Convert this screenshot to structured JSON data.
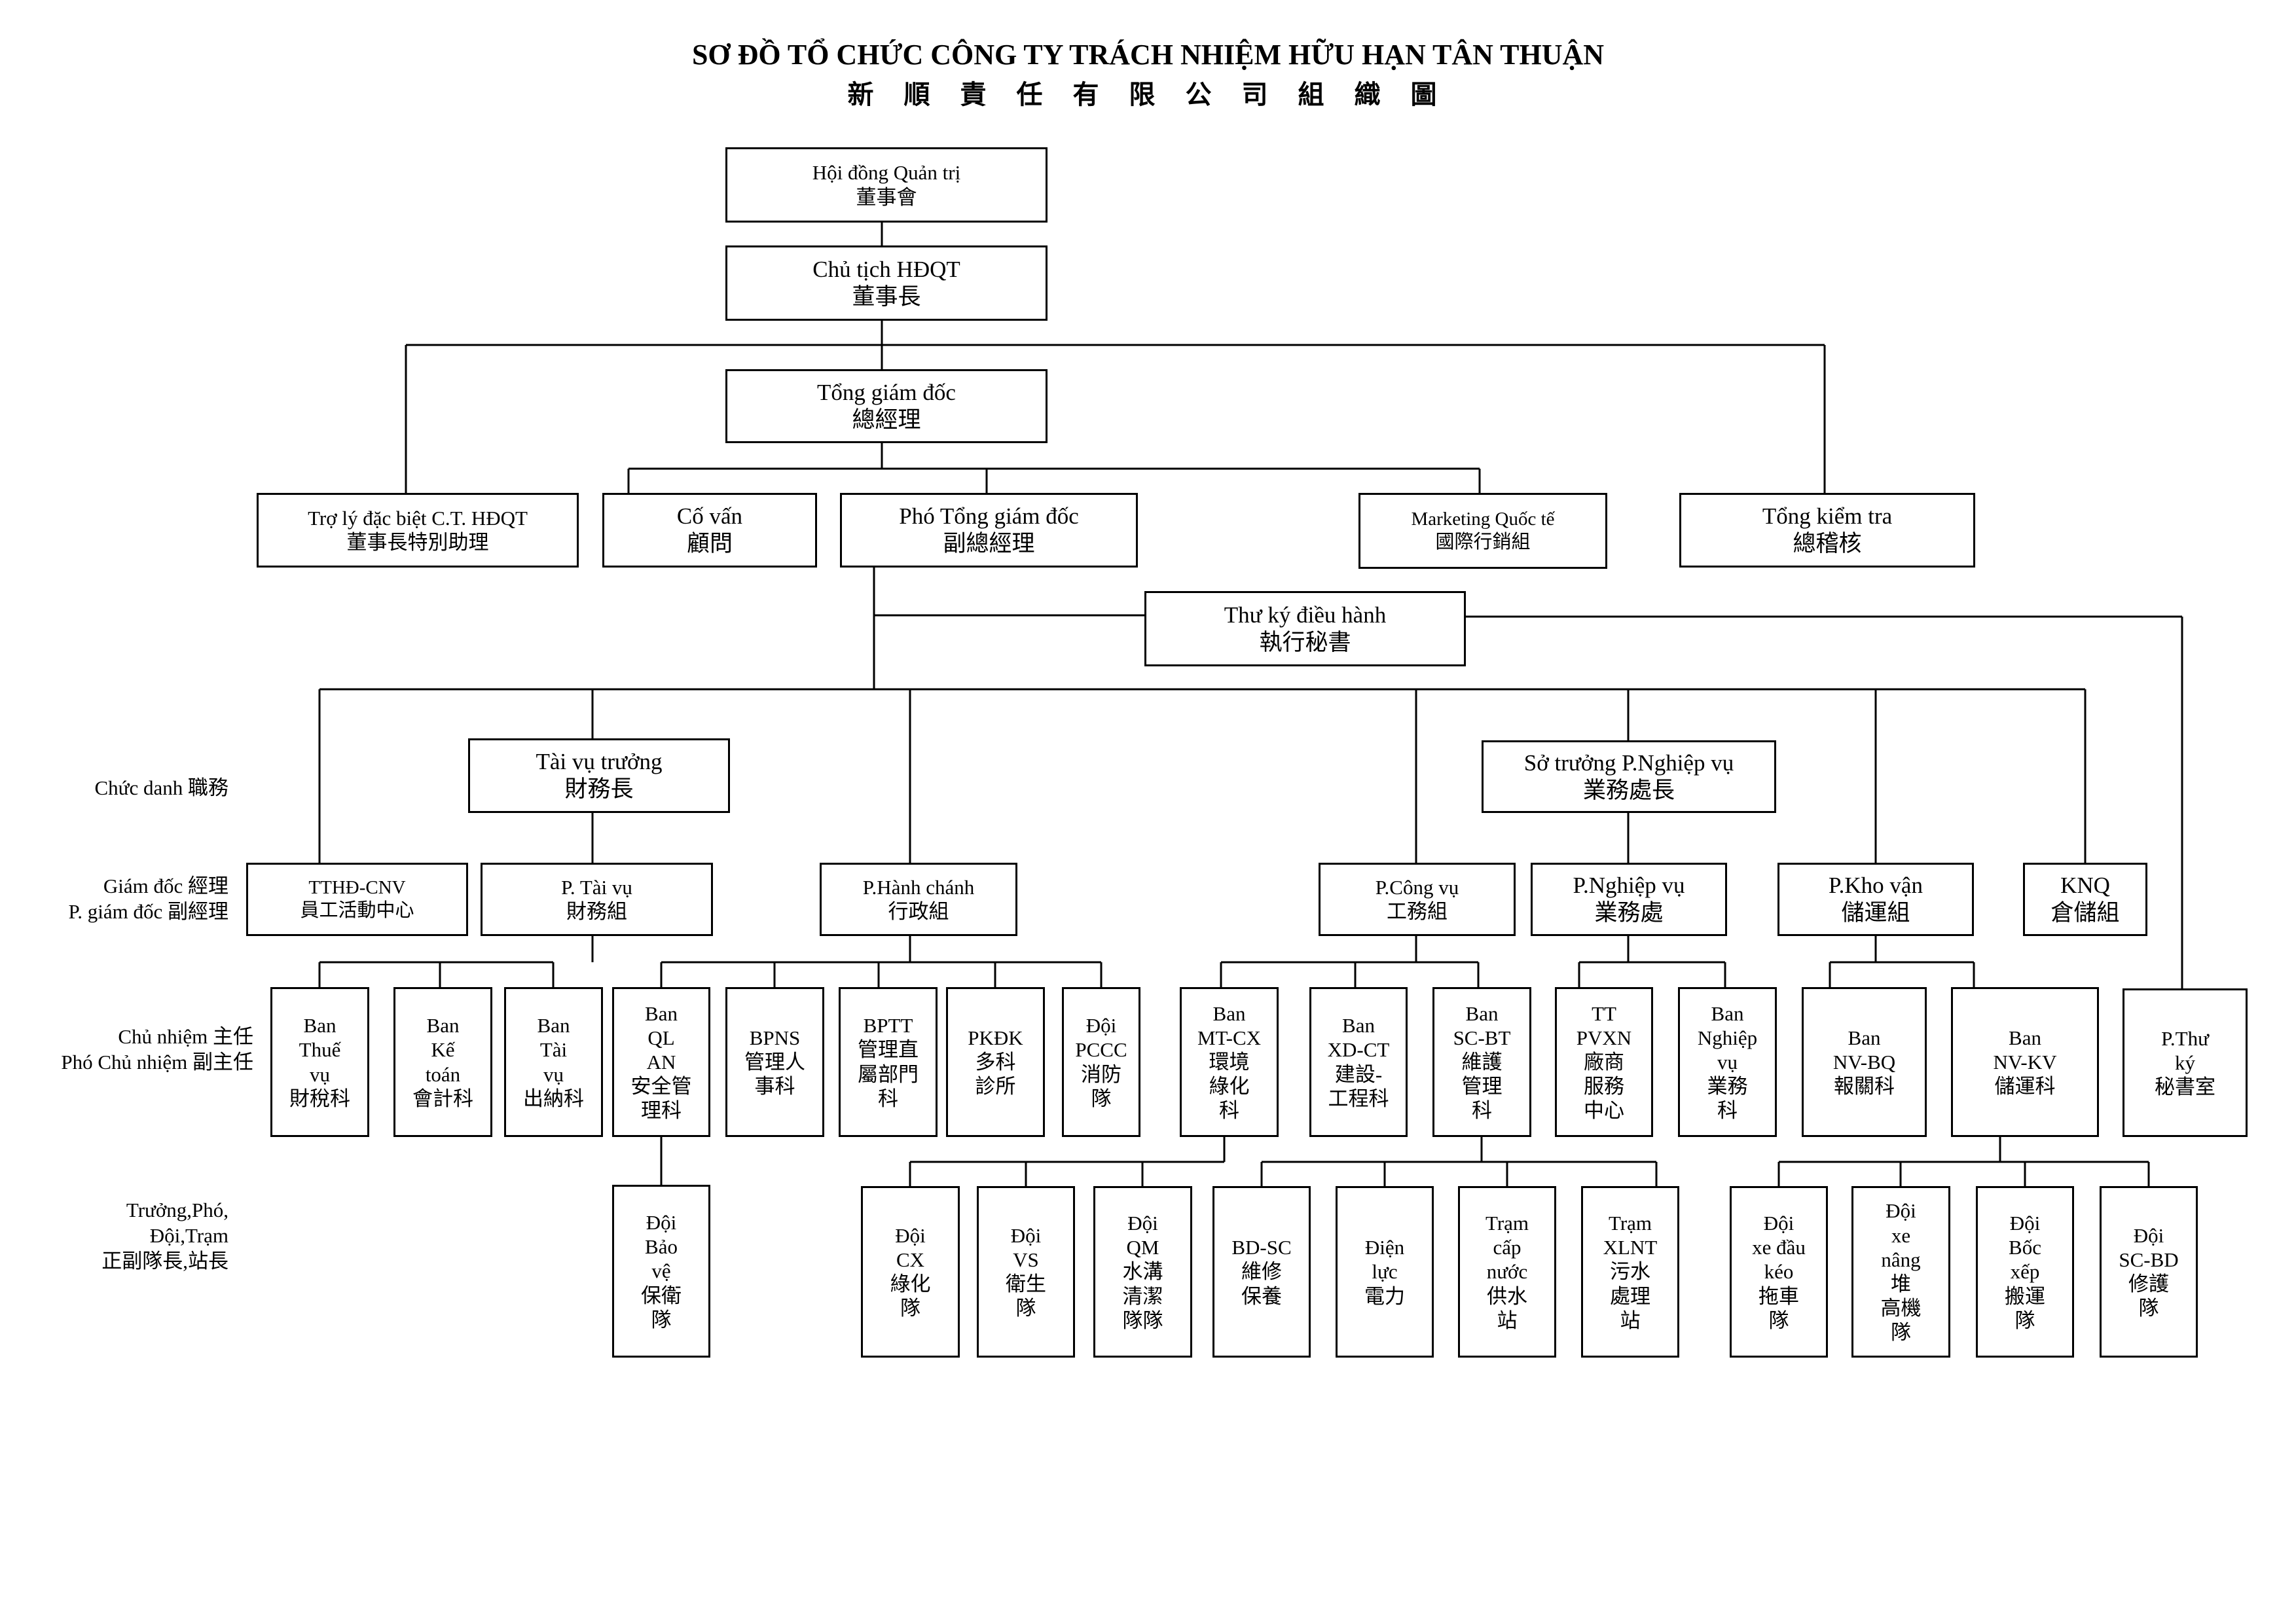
{
  "title": {
    "line1": "SƠ ĐỒ TỔ CHỨC CÔNG TY TRÁCH NHIỆM HỮU HẠN TÂN THUẬN",
    "line2": "新 順 責 任 有 限 公 司 組 織 圖"
  },
  "row_labels": {
    "chuc_danh": "Chức danh  職務",
    "giam_doc": "Giám đốc  經理\nP. giám đốc  副經理",
    "chu_nhiem": "Chủ nhiệm 主任\nPhó Chủ nhiệm 副主任",
    "truong_pho": "Trưởng,Phó,\nĐội,Trạm\n正副隊長,站長"
  },
  "nodes": {
    "hdqt": "Hội đồng Quản trị\n董事會",
    "chu_tich": "Chủ tịch HĐQT\n董事長",
    "tgd": "Tổng giám đốc\n總經理",
    "tro_ly": "Trợ lý đặc biệt C.T. HĐQT\n董事長特別助理",
    "co_van": "Cố vấn\n顧問",
    "pho_tgd": "Phó Tổng giám đốc\n副總經理",
    "marketing": "Marketing Quốc tế\n國際行銷組",
    "tong_kiem_tra": "Tổng kiểm tra\n總稽核",
    "thu_ky": "Thư ký điều hành\n執行秘書",
    "tai_vu_truong": "Tài vụ trưởng\n財務長",
    "so_truong": "Sở trưởng P.Nghiệp vụ\n業務處長",
    "tthd_cnv": "TTHĐ-CNV\n員工活動中心",
    "p_tai_vu": "P. Tài vụ\n財務組",
    "p_hanh_chanh": "P.Hành chánh\n行政組",
    "p_cong_vu": "P.Công vụ\n工務組",
    "p_nghiep_vu": "P.Nghiệp vụ\n業務處",
    "p_kho_van": "P.Kho vận\n儲運組",
    "knq": "KNQ\n倉儲組",
    "ban_thue_vu": "Ban\nThuế\nvụ\n財稅科",
    "ban_ke_toan": "Ban\nKế\ntoán\n會計科",
    "ban_tai_vu": "Ban\nTài\nvụ\n出納科",
    "ban_ql_an": "Ban\nQL\nAN\n安全管\n理科",
    "bpns": "BPNS\n管理人\n事科",
    "bptt": "BPTT\n管理直\n屬部門\n科",
    "pkdk": "PKĐK\n多科\n診所",
    "doi_pccc": "Đội\nPCCC\n消防\n隊",
    "ban_mt_cx": "Ban\nMT-CX\n環境\n綠化\n科",
    "ban_xd_ct": "Ban\nXD-CT\n建設-\n工程科",
    "ban_sc_bt": "Ban\nSC-BT\n維護\n管理\n科",
    "tt_pvxn": "TT\nPVXN\n廠商\n服務\n中心",
    "ban_nghiep_vu": "Ban\nNghiệp\nvụ\n業務\n科",
    "ban_nv_bq": "Ban\nNV-BQ\n報關科",
    "ban_nv_kv": "Ban\nNV-KV\n儲運科",
    "p_thu_ky": "P.Thư\nký\n秘書室",
    "doi_bao_ve": "Đội\nBảo\nvệ\n保衛\n隊",
    "doi_cx": "Đội\nCX\n綠化\n隊",
    "doi_vs": "Đội\nVS\n衛生\n隊",
    "doi_qm": "Đội\nQM\n水溝\n清潔\n隊隊",
    "bd_sc": "BD-SC\n維修\n保養",
    "dien_luc": "Điện\nlực\n電力",
    "tram_cap_nuoc": "Trạm\ncấp\nnước\n供水\n站",
    "tram_xlnt": "Trạm\nXLNT\n污水\n處理\n站",
    "doi_xe_dau_keo": "Đội\nxe đầu\nkéo\n拖車\n隊",
    "doi_xe_nang": "Đội\nxe\nnâng\n堆\n高機\n隊",
    "doi_boc_xep": "Đội\nBốc\nxếp\n搬運\n隊",
    "doi_sc_bd": "Đội\nSC-BD\n修護\n隊"
  }
}
